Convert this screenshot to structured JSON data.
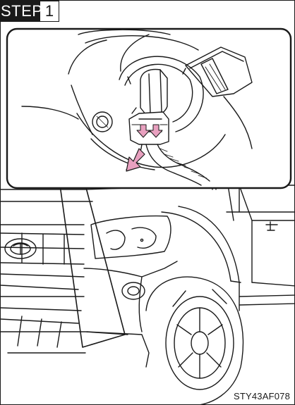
{
  "step": {
    "word": "STEP",
    "number": "1"
  },
  "figure": {
    "code": "STY43AF078"
  },
  "colors": {
    "line": "#1a1a1a",
    "arrow": "#e8a0bf",
    "background": "#ffffff"
  },
  "icons": {
    "pull_arrow": "arrow-down-left-icon",
    "push_arrows": "arrow-down-icon"
  }
}
